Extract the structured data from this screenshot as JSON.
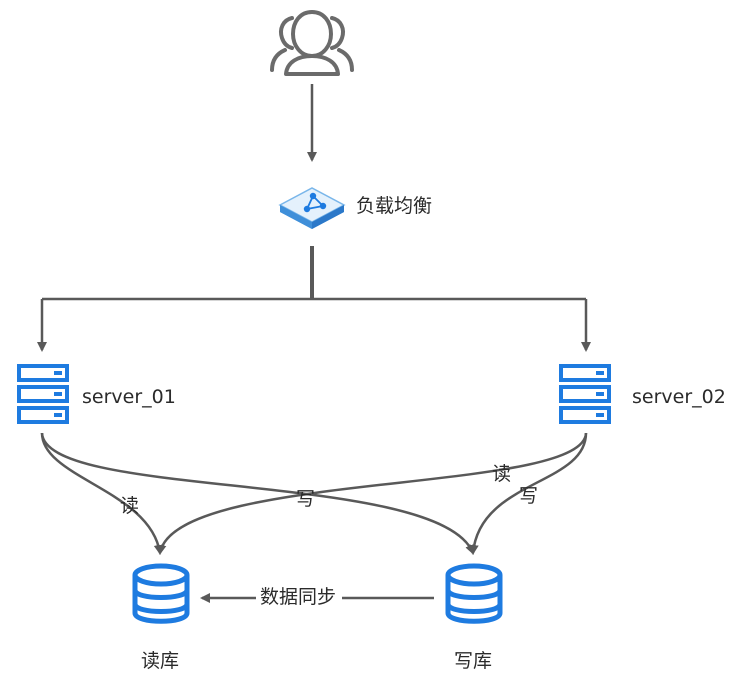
{
  "nodes": {
    "users": {
      "label": "",
      "icon": "users-icon"
    },
    "load_balancer": {
      "label": "负载均衡",
      "icon": "load-balancer-icon"
    },
    "server_01": {
      "label": "server_01",
      "icon": "server-icon"
    },
    "server_02": {
      "label": "server_02",
      "icon": "server-icon"
    },
    "read_db": {
      "label": "读库",
      "icon": "database-icon"
    },
    "write_db": {
      "label": "写库",
      "icon": "database-icon"
    }
  },
  "edges": {
    "s1_read": "读",
    "s1_write": "写",
    "s2_read": "读",
    "s2_write": "写",
    "sync": "数据同步"
  },
  "colors": {
    "icon_blue": "#1e7be0",
    "line_gray": "#595959",
    "user_gray": "#6b6b6b",
    "lb_light": "#d6e9fa"
  }
}
